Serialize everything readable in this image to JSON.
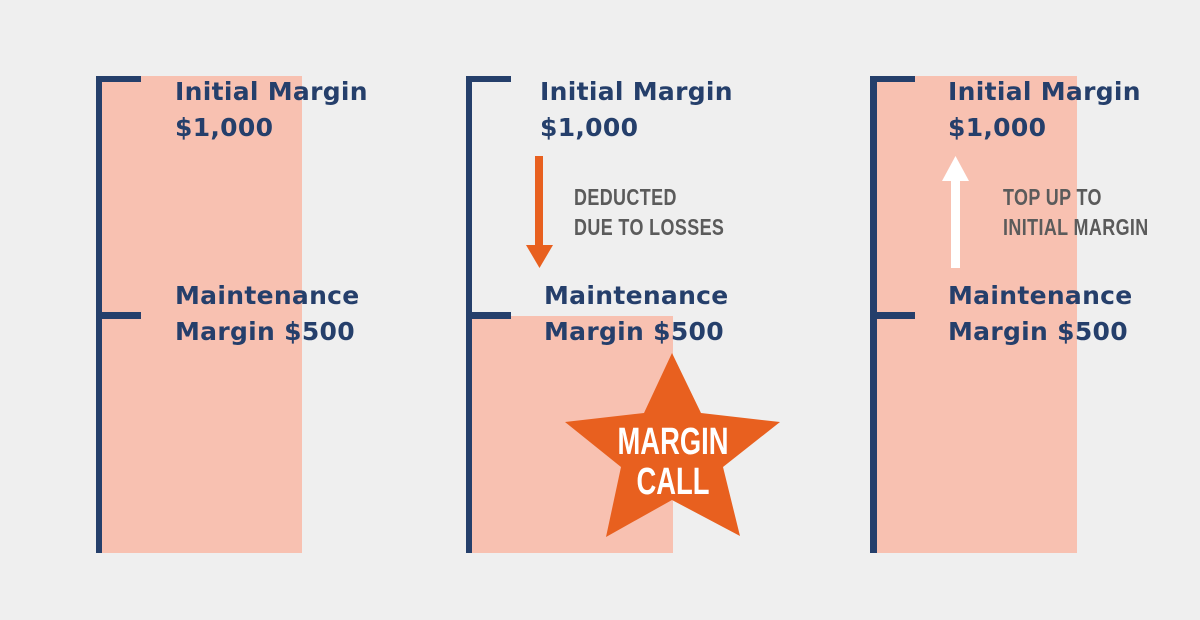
{
  "colors": {
    "background": "#efefef",
    "bracket": "#253f6b",
    "fill": "#f8c1b1",
    "accent": "#e8601f",
    "note_text": "#5b5b5b",
    "label_text": "#253f6b"
  },
  "panels": [
    {
      "initial_label": "Initial Margin",
      "initial_value": "$1,000",
      "maintenance_label": "Maintenance",
      "maintenance_value": "Margin $500",
      "fill_level": "full"
    },
    {
      "initial_label": "Initial Margin",
      "initial_value": "$1,000",
      "maintenance_label": "Maintenance",
      "maintenance_value": "Margin $500",
      "fill_level": "below maintenance",
      "arrow": "down-arrow-icon",
      "note_line1": "DEDUCTED",
      "note_line2": "DUE TO LOSSES",
      "badge_line1": "MARGIN",
      "badge_line2": "CALL"
    },
    {
      "initial_label": "Initial Margin",
      "initial_value": "$1,000",
      "maintenance_label": "Maintenance",
      "maintenance_value": "Margin $500",
      "fill_level": "full",
      "arrow": "up-arrow-icon",
      "note_line1": "TOP UP TO",
      "note_line2": "INITIAL MARGIN"
    }
  ]
}
